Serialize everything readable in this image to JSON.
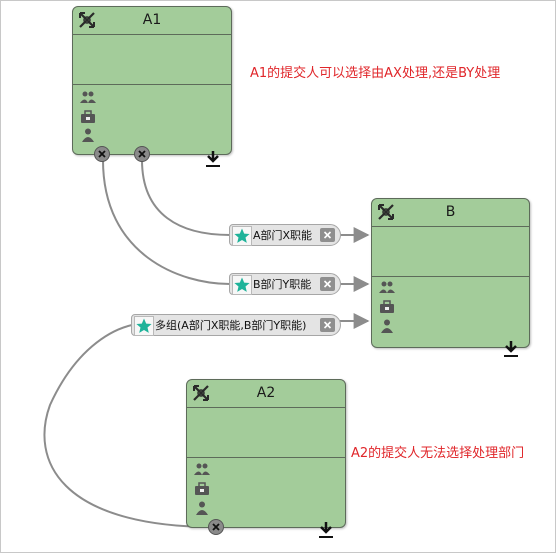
{
  "nodes": {
    "a1": {
      "title": "A1"
    },
    "b": {
      "title": "B"
    },
    "a2": {
      "title": "A2"
    }
  },
  "links": [
    {
      "label": "A部门X职能"
    },
    {
      "label": "B部门Y职能"
    },
    {
      "label": "多组(A部门X职能,B部门Y职能)"
    }
  ],
  "notes": {
    "a1": "A1的提交人可以选择由AX处理,还是BY处理",
    "a2": "A2的提交人无法选择处理部门"
  },
  "colors": {
    "node_fill": "#a3cc9a",
    "node_border": "#5d6b5a",
    "note_text": "#e0262a",
    "star": "#1fb39a"
  },
  "icons": [
    "workflow-logo-icon",
    "group-icon",
    "briefcase-icon",
    "person-icon",
    "download-icon",
    "close-icon",
    "star-icon"
  ]
}
